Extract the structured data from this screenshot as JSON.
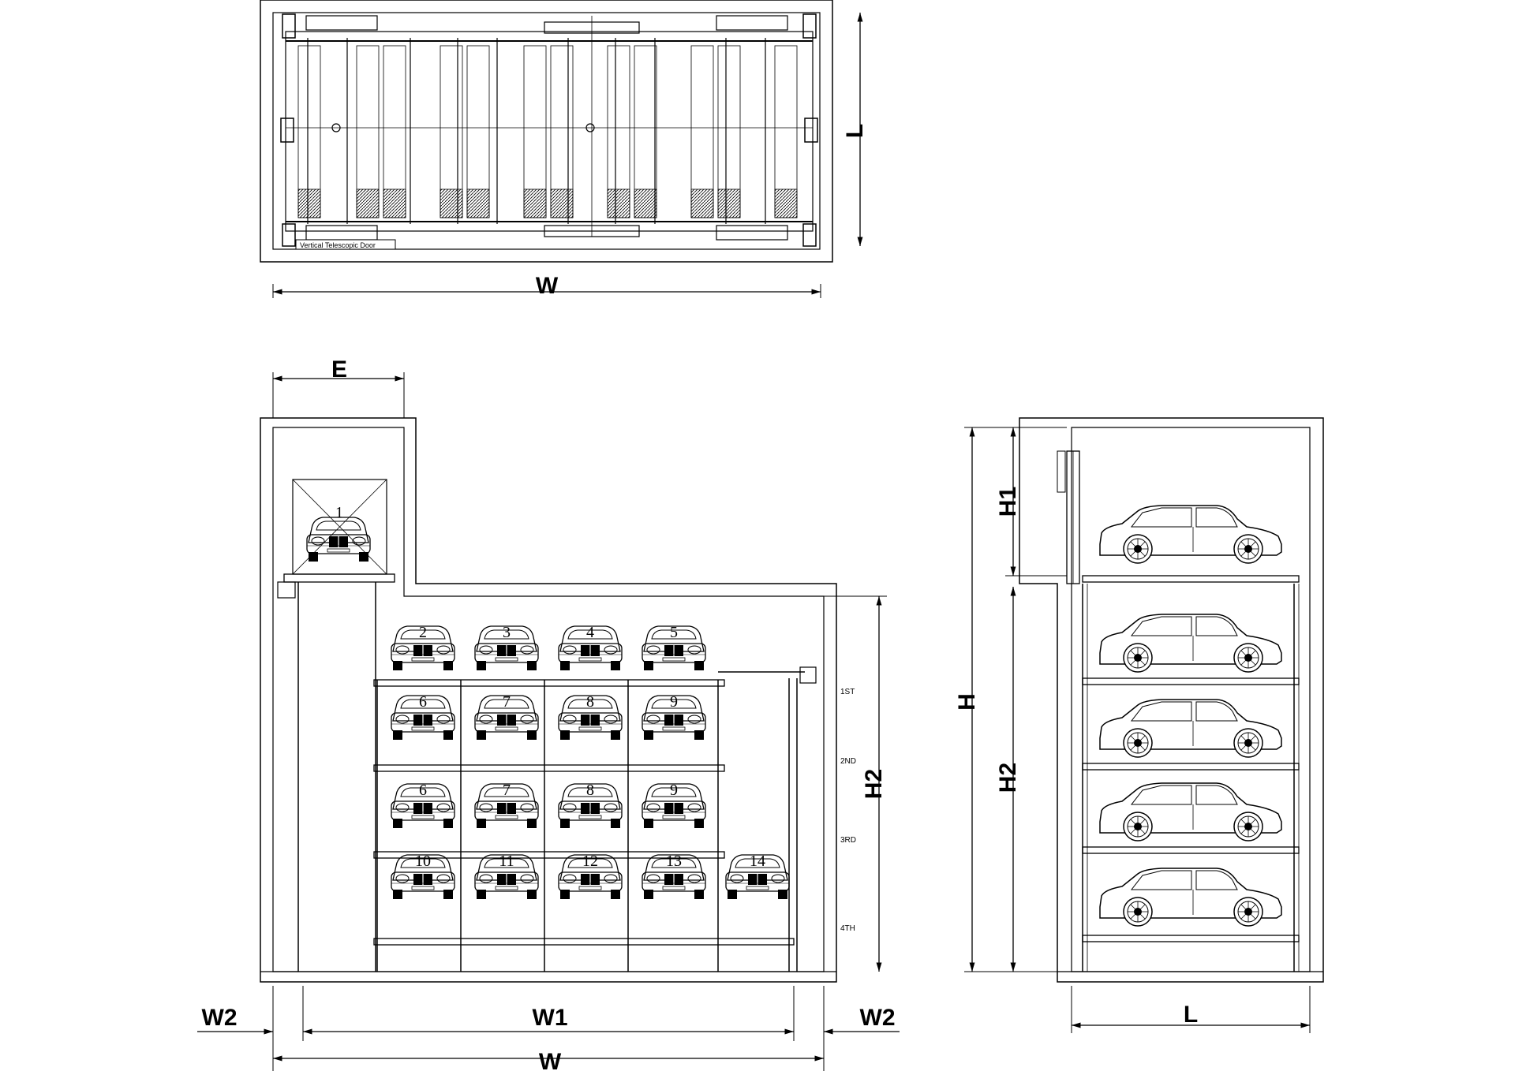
{
  "top_view": {
    "door_label": "Vertical Telescopic Door",
    "dim_width": "W",
    "dim_length": "L"
  },
  "front_view": {
    "dim_entrance": "E",
    "dim_w2_left": "W2",
    "dim_w1": "W1",
    "dim_w2_right": "W2",
    "dim_w": "W",
    "dim_h2": "H2",
    "floors": [
      "1ST",
      "2ND",
      "3RD",
      "4TH"
    ],
    "entry_slot": "1",
    "rows": [
      [
        "2",
        "3",
        "4",
        "5"
      ],
      [
        "6",
        "7",
        "8",
        "9"
      ],
      [
        "6",
        "7",
        "8",
        "9"
      ],
      [
        "10",
        "11",
        "12",
        "13",
        "14"
      ]
    ]
  },
  "side_view": {
    "dim_h": "H",
    "dim_h1": "H1",
    "dim_h2": "H2",
    "dim_l": "L"
  }
}
